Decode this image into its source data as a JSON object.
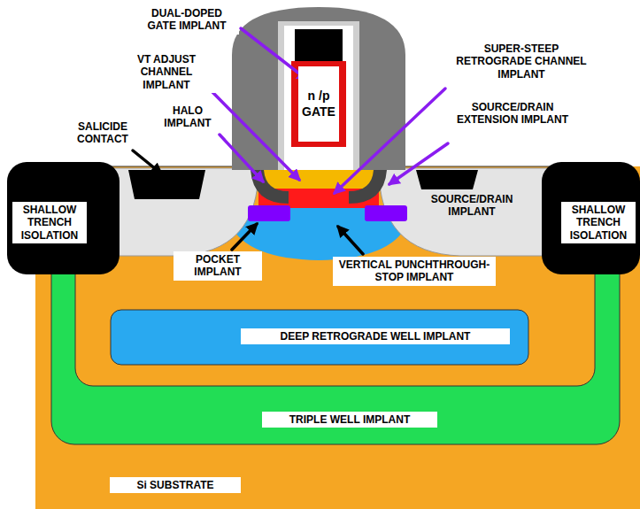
{
  "diagram": {
    "nodes": [
      {
        "text": [
          "n /p GATE"
        ]
      }
    ],
    "labels": [
      "DUAL-DOPED GATE IMPLANT",
      "VT ADJUST CHANNEL IMPLANT",
      "SALICIDE CONTACT",
      "HALO IMPLANT",
      "SUPER-STEEP RETROGRADE CHANNEL IMPLANT",
      "SOURCE/DRAIN EXTENSION IMPLANT",
      "SHALLOW TRENCH ISOLATION",
      "SOURCE/DRAIN IMPLANT",
      "SHALLOW TRENCH ISOLATION",
      "POCKET IMPLANT",
      "VERTICAL PUNCHTHROUGH-STOP IMPLANT",
      "DEEP RETROGRADE WELL IMPLANT",
      "TRIPLE WELL IMPLANT",
      "Si SUBSTRATE"
    ]
  }
}
